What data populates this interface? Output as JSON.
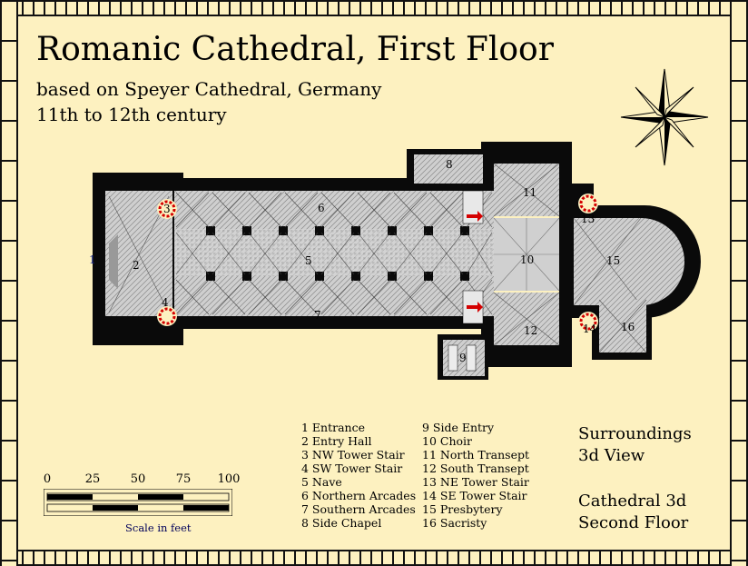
{
  "title": "Romanic Cathedral, First Floor",
  "subtitle_1": "based on Speyer Cathedral, Germany",
  "subtitle_2": "11th to 12th century",
  "legend_col1": [
    "1 Entrance",
    "2 Entry Hall",
    "3 NW Tower Stair",
    "4 SW Tower Stair",
    "5 Nave",
    "6 Northern Arcades",
    "7 Southern Arcades",
    "8 Side Chapel"
  ],
  "legend_col2": [
    "9 Side Entry",
    "10 Choir",
    "11 North Transept",
    "12 South Transept",
    "13 NE Tower Stair",
    "14 SE Tower Stair",
    "15 Presbytery",
    "16 Sacristy"
  ],
  "links": {
    "surroundings_1": "Surroundings",
    "surroundings_2": "3d View",
    "cathedral_1": "Cathedral 3d",
    "cathedral_2": "Second Floor"
  },
  "scale": {
    "ticks": [
      "0",
      "25",
      "50",
      "75",
      "100"
    ],
    "caption": "Scale in feet"
  },
  "plan_labels": {
    "n1": "1",
    "n2": "2",
    "n3": "3",
    "n4": "4",
    "n5": "5",
    "n6": "6",
    "n7": "7",
    "n8": "8",
    "n9": "9",
    "n10": "10",
    "n11": "11",
    "n12": "12",
    "n13": "13",
    "n14": "14",
    "n15": "15",
    "n16": "16"
  },
  "colors": {
    "background": "#fdf1c0",
    "wall": "#0a0a0a",
    "floor": "#c9c9c9",
    "stair_marker": "#d40000",
    "entrance_label": "#1a2a8a"
  },
  "icons": {
    "compass": "compass-rose-icon"
  }
}
